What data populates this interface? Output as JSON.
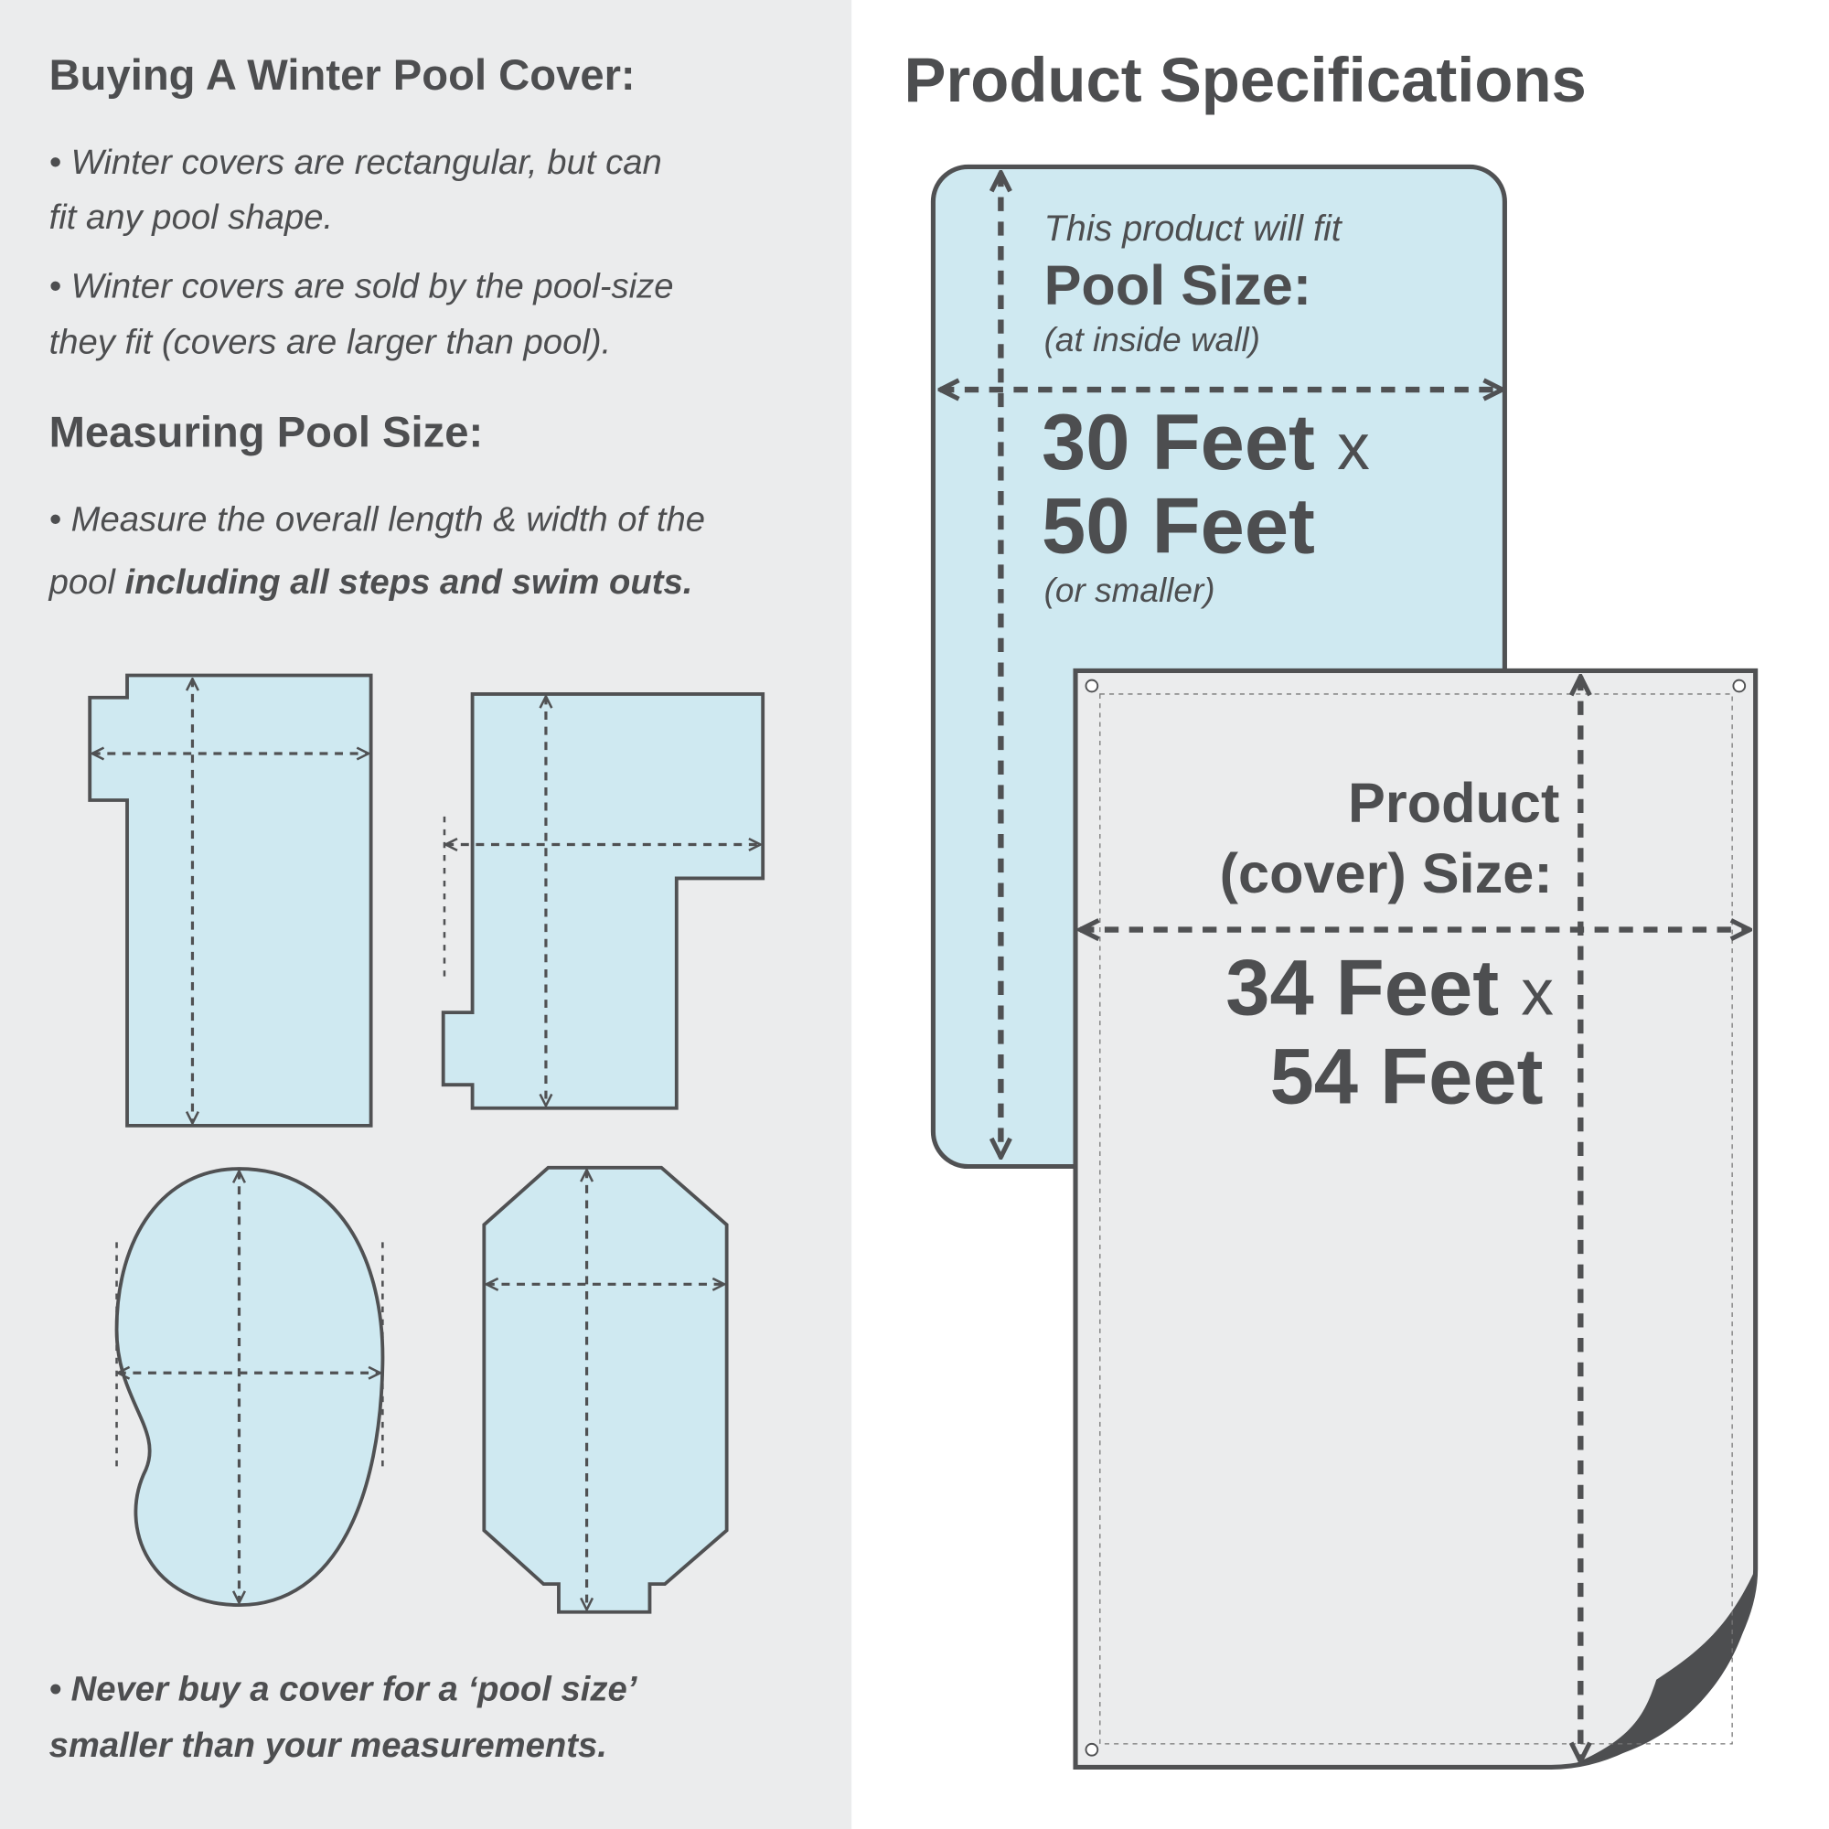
{
  "left": {
    "heading1": "Buying A Winter Pool Cover:",
    "bullet1_line1": "• Winter covers are rectangular, but can",
    "bullet1_line2": "fit any pool shape.",
    "bullet2_line1": "• Winter covers are sold by the pool-size",
    "bullet2_line2": "they fit (covers are larger than pool).",
    "heading2": "Measuring Pool Size:",
    "bullet3_line1": "• Measure the overall length & width of the",
    "bullet3_line2_plain": "pool ",
    "bullet3_line2_bold": "including all steps and swim outs.",
    "footer_line1": "• Never buy a cover for a ‘pool size’",
    "footer_line2": "smaller than your measurements."
  },
  "right": {
    "title": "Product Specifications",
    "pool": {
      "intro": "This product will fit",
      "label": "Pool Size:",
      "note": "(at inside wall)",
      "width": "30 Feet",
      "times": "x",
      "length": "50 Feet",
      "qualifier": "(or smaller)"
    },
    "cover": {
      "label_line1": "Product",
      "label_line2": "(cover) Size:",
      "width": "34 Feet",
      "times": "x",
      "length": "54 Feet"
    }
  },
  "colors": {
    "text": "#4d4e50",
    "panel": "#ebeced",
    "water": "#cfe9f1",
    "cover": "#ebeced",
    "stroke": "#505153"
  }
}
